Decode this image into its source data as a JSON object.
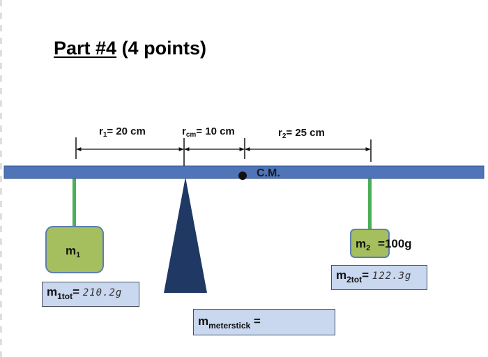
{
  "title": {
    "part": "Part #4",
    "points": " (4 points)"
  },
  "distances": {
    "r1": {
      "sym": "r",
      "sub": "1",
      "text": "= 20 cm"
    },
    "rcm": {
      "sym": "r",
      "sub": "cm",
      "text": "= 10 cm"
    },
    "r2": {
      "sym": "r",
      "sub": "2",
      "text": "= 25 cm"
    }
  },
  "cm_label": "C.M.",
  "masses": {
    "m1": {
      "sym": "m",
      "sub": "1"
    },
    "m2": {
      "sym": "m",
      "sub": "2",
      "eq": "=",
      "value": "100g"
    }
  },
  "boxes": {
    "m1tot": {
      "sym": "m",
      "sub": "1tot",
      "eq": "= ",
      "value": "210.2g"
    },
    "m2tot": {
      "sym": "m",
      "sub": "2tot",
      "eq": "= ",
      "value": "122.3g"
    },
    "mmeterstick": {
      "sym": "m",
      "sub": "meterstick",
      "eq": " =",
      "value": ""
    }
  },
  "colors": {
    "beam": "#4f74b8",
    "beam_border": "#3a5a94",
    "string": "#4cae56",
    "mass_fill": "#a5bf5e",
    "mass_border": "#5c7fb0",
    "fulcrum": "#1f3864",
    "box_fill": "#c9d7ef"
  }
}
